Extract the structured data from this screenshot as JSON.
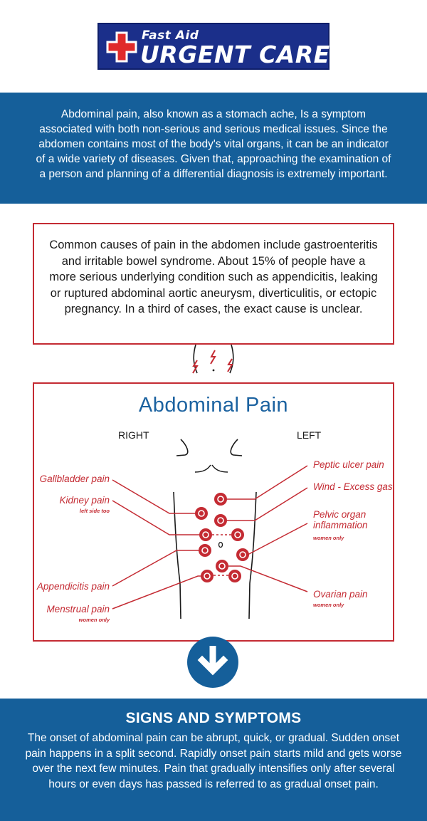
{
  "logo": {
    "line1": "Fast Aid",
    "line2": "URGENT CARE",
    "colors": {
      "background": "#1b2f8a",
      "cross": "#e02a2a"
    }
  },
  "intro": {
    "text": "Abdominal pain, also known as a stomach ache, Is a symptom associated with both non-serious and serious medical issues. Since the abdomen contains most of the body's vital organs, it can be an indicator of a wide variety of diseases. Given that, approaching the examination of a person and planning of a differential diagnosis is extremely important."
  },
  "causes": {
    "text": "Common causes of pain in the abdomen include gastroenteritis and irritable bowel syndrome. About 15% of people have a more serious underlying condition such as appendicitis, leaking or ruptured abdominal aortic aneurysm, diverticulitis, or ectopic pregnancy. In a third of cases, the exact cause is unclear."
  },
  "diagram": {
    "title": "Abdominal Pain",
    "right_label": "RIGHT",
    "left_label": "LEFT",
    "labels": {
      "gallbladder": "Gallbladder pain",
      "kidney": "Kidney pain",
      "kidney_note": "left side too",
      "appendicitis": "Appendicitis pain",
      "menstrual": "Menstrual pain",
      "menstrual_note": "women only",
      "peptic": "Peptic ulcer pain",
      "wind": "Wind - Excess gas",
      "pelvic_line1": "Pelvic organ",
      "pelvic_line2": "inflammation",
      "pelvic_note": "women only",
      "ovarian": "Ovarian pain",
      "ovarian_note": "women only"
    },
    "colors": {
      "accent": "#c42b33",
      "title": "#1b62a0"
    }
  },
  "arrow": {
    "icon": "down-arrow-icon",
    "color": "#155f9a"
  },
  "signs": {
    "title": "SIGNS AND SYMPTOMS",
    "text": "The onset of abdominal pain can be abrupt, quick, or gradual. Sudden onset pain happens in a split second. Rapidly onset pain starts mild and gets worse over the next few minutes. Pain that gradually intensifies only after several hours or even days has passed is referred to as gradual onset pain."
  },
  "theme": {
    "blue": "#155f9a",
    "red": "#c42b33"
  }
}
